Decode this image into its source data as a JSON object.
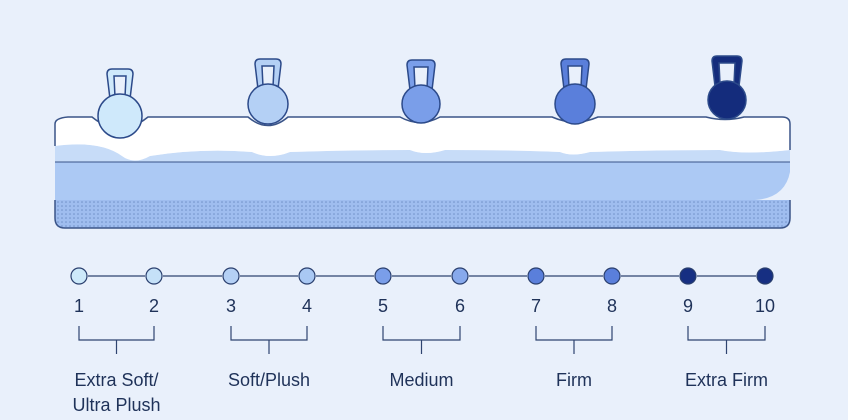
{
  "scale": {
    "levels": [
      {
        "label": "1",
        "color": "#cde9fa"
      },
      {
        "label": "2",
        "color": "#c5e1f8"
      },
      {
        "label": "3",
        "color": "#b4d0f5"
      },
      {
        "label": "4",
        "color": "#a9c8f3"
      },
      {
        "label": "5",
        "color": "#7a9ee9"
      },
      {
        "label": "6",
        "color": "#87a9ec"
      },
      {
        "label": "7",
        "color": "#5a7fdb"
      },
      {
        "label": "8",
        "color": "#5a7fdb"
      },
      {
        "label": "9",
        "color": "#162f82"
      },
      {
        "label": "10",
        "color": "#162f82"
      }
    ],
    "groups": [
      {
        "label": "Extra Soft/\nUltra Plush"
      },
      {
        "label": "Soft/Plush"
      },
      {
        "label": "Medium"
      },
      {
        "label": "Firm"
      },
      {
        "label": "Extra Firm"
      }
    ]
  },
  "weights": [
    {
      "color": "#cfe9fb"
    },
    {
      "color": "#b4d0f5"
    },
    {
      "color": "#7a9ee9"
    },
    {
      "color": "#5a7fdb"
    },
    {
      "color": "#142c7c"
    }
  ],
  "mattress": {
    "top_color": "#ffffff",
    "middle_color": "#c7dcf8",
    "lower_color": "#acc9f4",
    "base_color": "#9fbdef",
    "outline_color": "#3a5488"
  }
}
